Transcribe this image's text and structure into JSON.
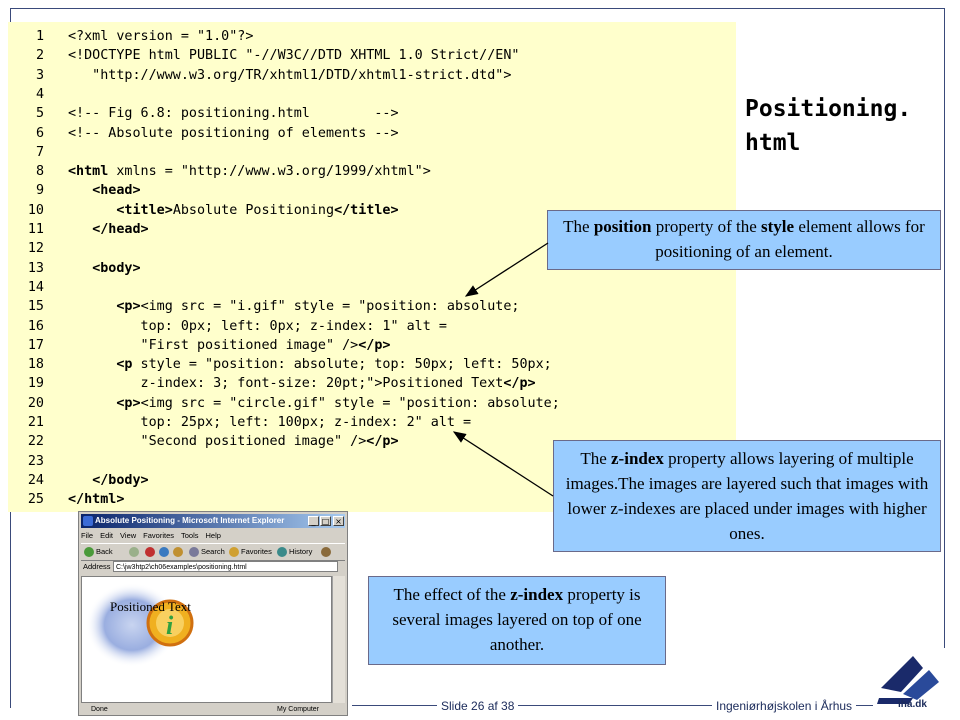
{
  "slide": {
    "title_line1": "Positioning.",
    "title_line2": "html",
    "slide_number": "Slide 26 af  38",
    "school": "Ingeniørhøjskolen i Århus",
    "logo_text": "iha.dk"
  },
  "code_lines": [
    {
      "n": "1",
      "t": "<?xml version = \"1.0\"?>"
    },
    {
      "n": "2",
      "t": "<!DOCTYPE html PUBLIC \"-//W3C//DTD XHTML 1.0 Strict//EN\""
    },
    {
      "n": "3",
      "t": "   \"http://www.w3.org/TR/xhtml1/DTD/xhtml1-strict.dtd\">"
    },
    {
      "n": "4",
      "t": ""
    },
    {
      "n": "5",
      "t": "<!-- Fig 6.8: positioning.html        -->"
    },
    {
      "n": "6",
      "t": "<!-- Absolute positioning of elements -->"
    },
    {
      "n": "7",
      "t": ""
    },
    {
      "n": "8",
      "t": "<html xmlns = \"http://www.w3.org/1999/xhtml\">"
    },
    {
      "n": "9",
      "t": "   <head>"
    },
    {
      "n": "10",
      "t": "      <title>Absolute Positioning</title>"
    },
    {
      "n": "11",
      "t": "   </head>"
    },
    {
      "n": "12",
      "t": ""
    },
    {
      "n": "13",
      "t": "   <body>"
    },
    {
      "n": "14",
      "t": ""
    },
    {
      "n": "15",
      "t": "      <p><img src = \"i.gif\" style = \"position: absolute;"
    },
    {
      "n": "16",
      "t": "         top: 0px; left: 0px; z-index: 1\" alt ="
    },
    {
      "n": "17",
      "t": "         \"First positioned image\" /></p>"
    },
    {
      "n": "18",
      "t": "      <p style = \"position: absolute; top: 50px; left: 50px;"
    },
    {
      "n": "19",
      "t": "         z-index: 3; font-size: 20pt;\">Positioned Text</p>"
    },
    {
      "n": "20",
      "t": "      <p><img src = \"circle.gif\" style = \"position: absolute;"
    },
    {
      "n": "21",
      "t": "         top: 25px; left: 100px; z-index: 2\" alt ="
    },
    {
      "n": "22",
      "t": "         \"Second positioned image\" /></p>"
    },
    {
      "n": "23",
      "t": ""
    },
    {
      "n": "24",
      "t": "   </body>"
    },
    {
      "n": "25",
      "t": "</html>"
    }
  ],
  "callouts": {
    "c1": {
      "p1": "The ",
      "b1": "position",
      "p2": " property of the ",
      "b2": "style",
      "p3": " element allows for positioning of an element."
    },
    "c2": {
      "p1": "The ",
      "b1": "z-index",
      "p2": " property allows layering of multiple images.The images are layered such that images with lower z-indexes are placed under images with higher ones."
    },
    "c3": {
      "p1": "The effect of the ",
      "b1": "z-index",
      "p2": " property is several images layered on top of one another."
    }
  },
  "browser": {
    "title": "Absolute Positioning - Microsoft Internet Explorer",
    "menu": [
      "File",
      "Edit",
      "View",
      "Favorites",
      "Tools",
      "Help"
    ],
    "toolbar": {
      "back": "Back",
      "search": "Search",
      "favorites": "Favorites",
      "history": "History"
    },
    "address_label": "Address",
    "address_value": "C:\\jw3htp2\\ch06examples\\positioning.html",
    "status_left": "Done",
    "status_right": "My Computer",
    "positioned_text": "Positioned Text"
  },
  "colors": {
    "code_bg": "#ffffcc",
    "callout_bg": "#99ccff",
    "frame": "#3a4a7a"
  }
}
